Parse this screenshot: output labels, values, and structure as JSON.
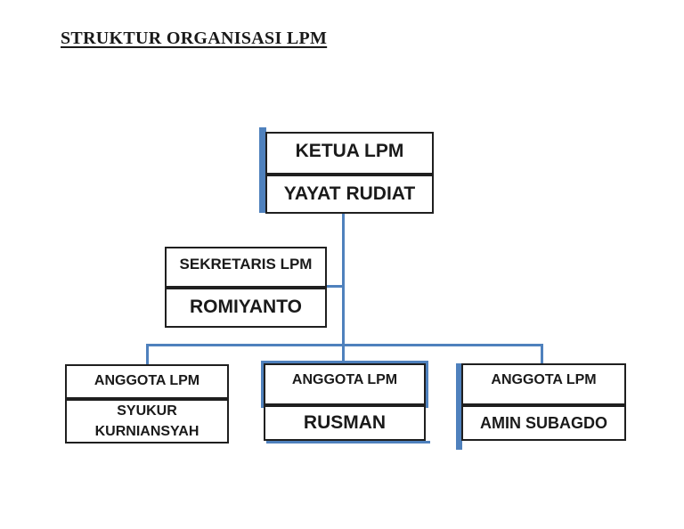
{
  "title": {
    "text": "STRUKTUR ORGANISASI LPM"
  },
  "colors": {
    "accent_blue": "#4f81bd",
    "box_border": "#1f1f1f",
    "text": "#1a1a1a",
    "background": "#ffffff"
  },
  "org_chart": {
    "nodes": [
      {
        "id": "ketua",
        "role": "KETUA LPM",
        "name": "YAYAT RUDIAT"
      },
      {
        "id": "sekretaris",
        "role": "SEKRETARIS LPM",
        "name": "ROMIYANTO"
      },
      {
        "id": "anggota-1",
        "role": "ANGGOTA LPM",
        "name": "SYUKUR KURNIANSYAH"
      },
      {
        "id": "anggota-2",
        "role": "ANGGOTA LPM",
        "name": "RUSMAN"
      },
      {
        "id": "anggota-3",
        "role": "ANGGOTA LPM",
        "name": "AMIN SUBAGDO"
      }
    ],
    "edges": [
      {
        "from": "ketua",
        "to": "sekretaris"
      },
      {
        "from": "ketua",
        "to": "anggota-1"
      },
      {
        "from": "ketua",
        "to": "anggota-2"
      },
      {
        "from": "ketua",
        "to": "anggota-3"
      }
    ]
  }
}
